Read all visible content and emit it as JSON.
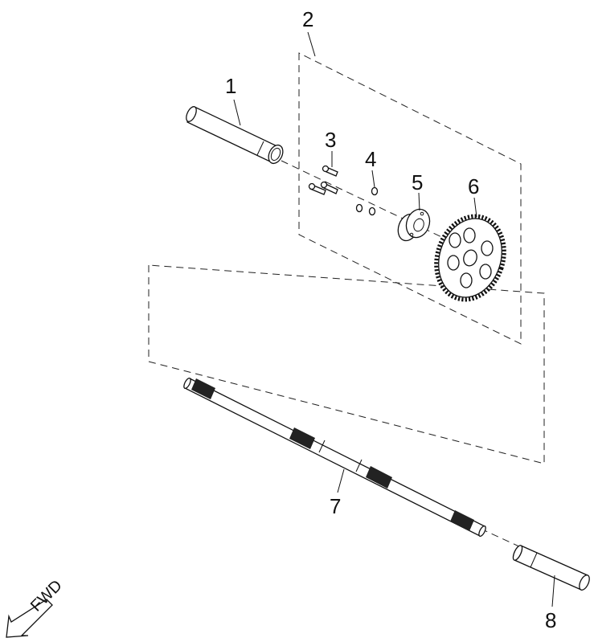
{
  "diagram": {
    "callouts": [
      {
        "id": "1",
        "text": "1"
      },
      {
        "id": "2",
        "text": "2"
      },
      {
        "id": "3",
        "text": "3"
      },
      {
        "id": "4",
        "text": "4"
      },
      {
        "id": "5",
        "text": "5"
      },
      {
        "id": "6",
        "text": "6"
      },
      {
        "id": "7",
        "text": "7"
      },
      {
        "id": "8",
        "text": "8"
      }
    ],
    "direction_label": "FWD"
  }
}
